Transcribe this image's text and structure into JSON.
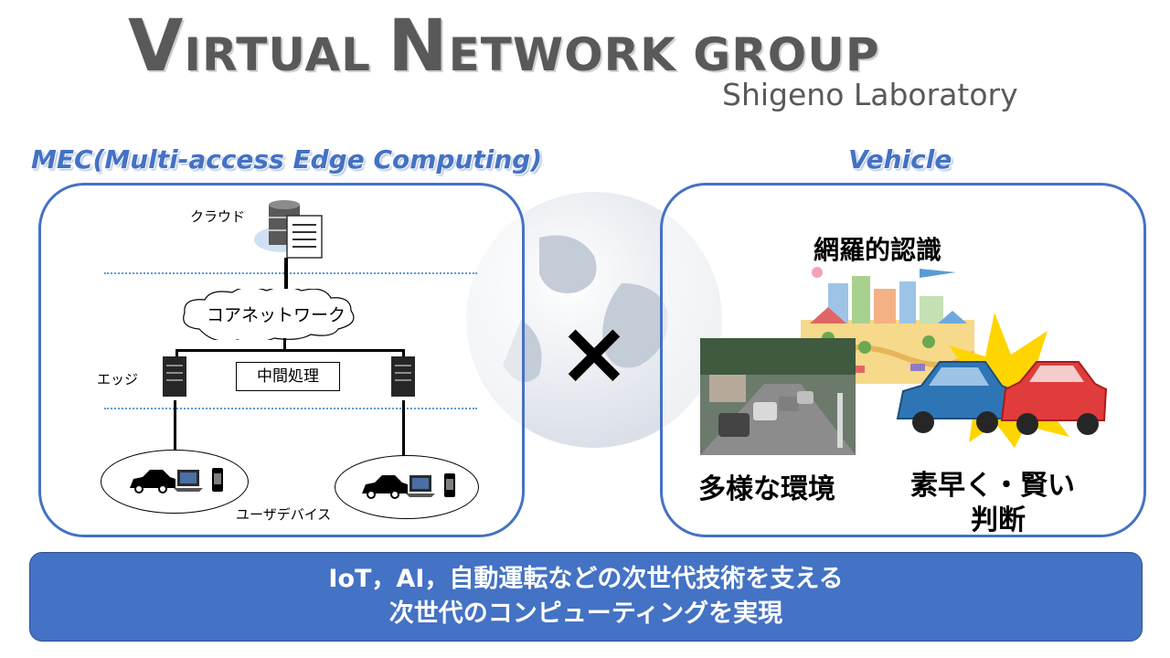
{
  "header": {
    "title_v": "V",
    "title_irtual": "IRTUAL ",
    "title_n": "N",
    "title_etwork": "ETWORK GROUP",
    "subtitle": "Shigeno Laboratory"
  },
  "left": {
    "section_label": "MEC(Multi-access Edge Computing)",
    "cloud_label": "クラウド",
    "core_label": "コアネットワーク",
    "edge_label": "エッジ",
    "mid_label": "中間処理",
    "device_label": "ユーザデバイス"
  },
  "center": {
    "times_symbol": "×"
  },
  "right": {
    "section_label": "Vehicle",
    "recognition_label": "網羅的認識",
    "environment_label": "多様な環境",
    "judgment_line1": "素早く・賢い",
    "judgment_line2": "判断"
  },
  "banner": {
    "line1": "IoT，AI，自動運転などの次世代技術を支える",
    "line2": "次世代のコンピューティングを実現"
  },
  "colors": {
    "accent": "#4472c4",
    "title_gray": "#595959",
    "crash_yellow": "#ffd500"
  }
}
